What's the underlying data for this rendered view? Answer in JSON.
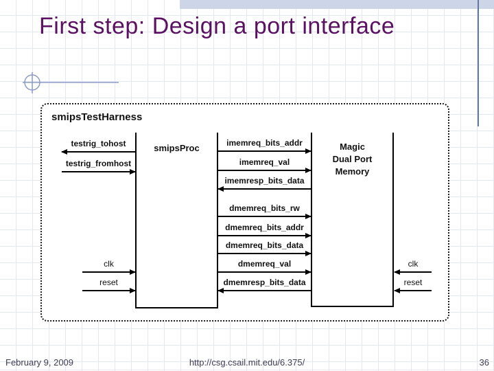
{
  "slide": {
    "title": "First step: Design a port interface"
  },
  "diagram": {
    "harness_label": "smipsTestHarness",
    "proc_label": "smipsProc",
    "memory_label": "Magic\nDual Port\nMemory",
    "signals": {
      "left": [
        {
          "label": "testrig_tohost",
          "direction": "left"
        },
        {
          "label": "testrig_fromhost",
          "direction": "right"
        },
        {
          "label": "clk",
          "direction": "right"
        },
        {
          "label": "reset",
          "direction": "right"
        }
      ],
      "middle": [
        {
          "label": "imemreq_bits_addr",
          "direction": "right"
        },
        {
          "label": "imemreq_val",
          "direction": "right"
        },
        {
          "label": "imemresp_bits_data",
          "direction": "left"
        },
        {
          "label": "dmemreq_bits_rw",
          "direction": "right"
        },
        {
          "label": "dmemreq_bits_addr",
          "direction": "right"
        },
        {
          "label": "dmemreq_bits_data",
          "direction": "right"
        },
        {
          "label": "dmemreq_val",
          "direction": "right"
        },
        {
          "label": "dmemresp_bits_data",
          "direction": "left"
        }
      ],
      "right": [
        {
          "label": "clk",
          "direction": "left"
        },
        {
          "label": "reset",
          "direction": "left"
        }
      ]
    }
  },
  "footer": {
    "date": "February 9, 2009",
    "url": "http://csg.csail.mit.edu/6.375/",
    "page_number": "36"
  },
  "colors": {
    "title_text": "#5a1162",
    "accent_decoration": "#8a9cc4",
    "top_band": "#cdd6e9",
    "right_rule": "#64779f",
    "grid_line": "#e3e7f0",
    "diagram_ink": "#111111",
    "footer_text": "#3d3d52"
  }
}
